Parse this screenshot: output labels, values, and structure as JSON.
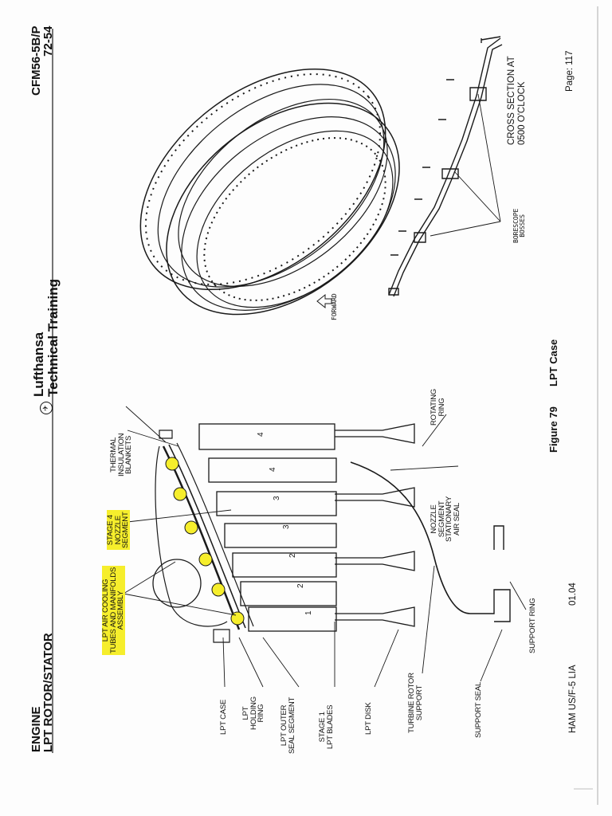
{
  "header": {
    "line1": "ENGINE",
    "line2": "LPT ROTOR/STATOR",
    "brand1": "Lufthansa",
    "brand2": "Technical Training",
    "model": "CFM56-5B/P",
    "chapter": "72-54"
  },
  "footer": {
    "org": "HAM US/F-5 LIA",
    "revision": "01.04",
    "page": "Page: 117"
  },
  "figure": {
    "number": "Figure 79",
    "title": "LPT Case"
  },
  "labels": {
    "cooling": [
      "LPT AIR COOLING",
      "TUBES AND MANIFOLDS",
      "ASSEMBLY"
    ],
    "stage4": [
      "STAGE 4",
      "NOZZLE",
      "SEGMENT"
    ],
    "thermal": [
      "THERMAL",
      "INSULATION",
      "BLANKETS"
    ],
    "lpt_case": "LPT CASE",
    "holding_ring": [
      "LPT",
      "HOLDING",
      "RING"
    ],
    "outer_seal": [
      "LPT OUTER",
      "SEAL SEGMENT"
    ],
    "stage1_blades": [
      "STAGE 1",
      "LPT BLADES"
    ],
    "lpt_disk": "LPT DISK",
    "rotor_support": [
      "TURBINE ROTOR",
      "SUPPORT"
    ],
    "support_seal": "SUPPORT SEAL",
    "support_ring": "SUPPORT RING",
    "nozzle_seal": [
      "NOZZLE",
      "SEGMENT",
      "STATIONARY",
      "AIR SEAL"
    ],
    "rotating_ring": [
      "ROTATING",
      "RING"
    ],
    "forward": "FORWARD",
    "borescope": [
      "BORESCOPE",
      "BOSSES"
    ],
    "cross_section": [
      "CROSS SECTION AT",
      "0500 O'CLOCK"
    ],
    "stage_numbers": [
      "1",
      "2",
      "2",
      "3",
      "3",
      "4",
      "4"
    ]
  },
  "colors": {
    "highlight": "#f6ee2c",
    "ink": "#1a1a1a"
  }
}
